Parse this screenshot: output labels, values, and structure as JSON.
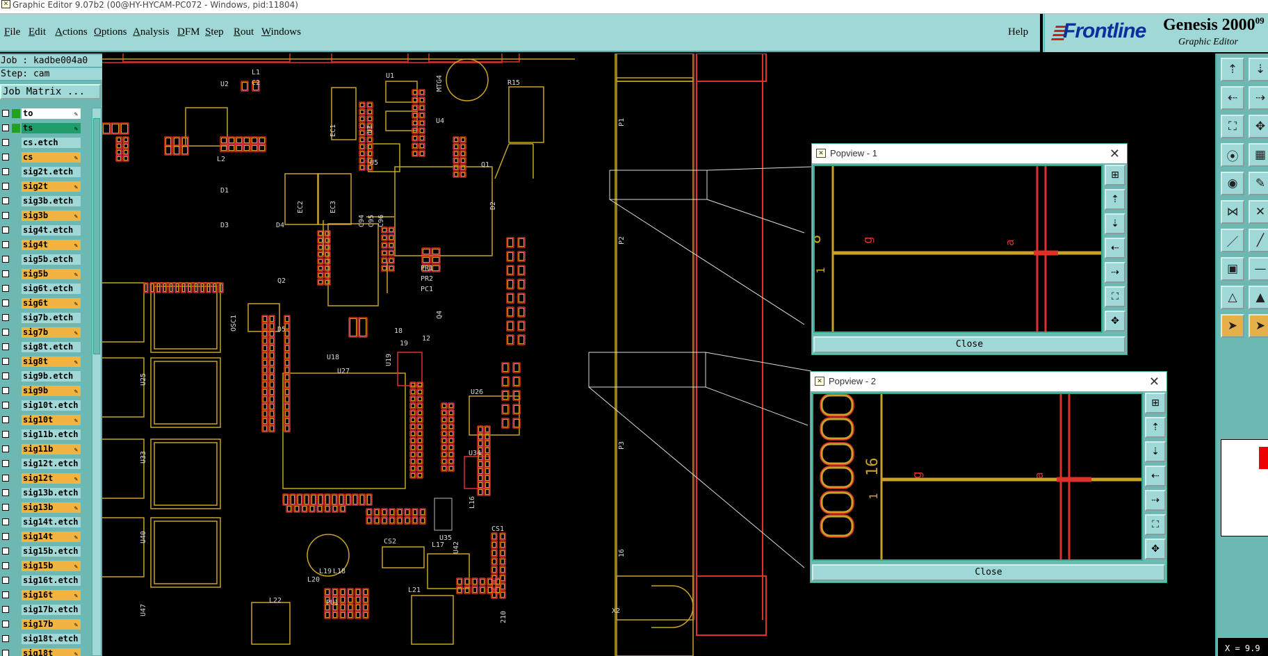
{
  "window": {
    "title": "Graphic Editor 9.07b2 (00@HY-HYCAM-PC072 - Windows, pid:11804)",
    "app_icon": "graphic-editor-icon"
  },
  "menu": {
    "items": [
      "File",
      "Edit",
      "Actions",
      "Options",
      "Analysis",
      "DFM",
      "Step",
      "Rout",
      "Windows"
    ],
    "help": "Help"
  },
  "brand": {
    "logo": "Frontline",
    "product": "Genesis 2000",
    "superscript": "09",
    "subtitle": "Graphic Editor"
  },
  "job": {
    "job_line": "Job : kadbe004a0",
    "step_line": "Step: cam",
    "matrix_button": "Job Matrix ..."
  },
  "layers": [
    {
      "name": "to",
      "kind": "top",
      "color": "#22a022"
    },
    {
      "name": "ts",
      "kind": "ts",
      "color": "#22a022"
    },
    {
      "name": "cs.etch",
      "kind": "etch"
    },
    {
      "name": "cs",
      "kind": "sig"
    },
    {
      "name": "sig2t.etch",
      "kind": "etch"
    },
    {
      "name": "sig2t",
      "kind": "sig"
    },
    {
      "name": "sig3b.etch",
      "kind": "etch"
    },
    {
      "name": "sig3b",
      "kind": "sig"
    },
    {
      "name": "sig4t.etch",
      "kind": "etch"
    },
    {
      "name": "sig4t",
      "kind": "sig"
    },
    {
      "name": "sig5b.etch",
      "kind": "etch"
    },
    {
      "name": "sig5b",
      "kind": "sig"
    },
    {
      "name": "sig6t.etch",
      "kind": "etch"
    },
    {
      "name": "sig6t",
      "kind": "sig"
    },
    {
      "name": "sig7b.etch",
      "kind": "etch"
    },
    {
      "name": "sig7b",
      "kind": "sig"
    },
    {
      "name": "sig8t.etch",
      "kind": "etch"
    },
    {
      "name": "sig8t",
      "kind": "sig"
    },
    {
      "name": "sig9b.etch",
      "kind": "etch"
    },
    {
      "name": "sig9b",
      "kind": "sig"
    },
    {
      "name": "sig10t.etch",
      "kind": "etch"
    },
    {
      "name": "sig10t",
      "kind": "sig"
    },
    {
      "name": "sig11b.etch",
      "kind": "etch"
    },
    {
      "name": "sig11b",
      "kind": "sig"
    },
    {
      "name": "sig12t.etch",
      "kind": "etch"
    },
    {
      "name": "sig12t",
      "kind": "sig"
    },
    {
      "name": "sig13b.etch",
      "kind": "etch"
    },
    {
      "name": "sig13b",
      "kind": "sig"
    },
    {
      "name": "sig14t.etch",
      "kind": "etch"
    },
    {
      "name": "sig14t",
      "kind": "sig"
    },
    {
      "name": "sig15b.etch",
      "kind": "etch"
    },
    {
      "name": "sig15b",
      "kind": "sig"
    },
    {
      "name": "sig16t.etch",
      "kind": "etch"
    },
    {
      "name": "sig16t",
      "kind": "sig"
    },
    {
      "name": "sig17b.etch",
      "kind": "etch"
    },
    {
      "name": "sig17b",
      "kind": "sig"
    },
    {
      "name": "sig18t.etch",
      "kind": "etch"
    },
    {
      "name": "sig18t",
      "kind": "sig"
    }
  ],
  "pcb_labels": [
    "L1",
    "C2",
    "U2",
    "U1",
    "MTG4",
    "R15",
    "U4",
    "L2",
    "EC1",
    "U3",
    "Q1",
    "U5",
    "P1",
    "D1",
    "EC2",
    "EC3",
    "D3",
    "D4",
    "C94",
    "C95",
    "C96",
    "D2",
    "P2",
    "PR1",
    "PR2",
    "PC1",
    "Q2",
    "D5",
    "U18",
    "U19",
    "Q4",
    "OSC1",
    "U27",
    "U26",
    "U25",
    "U33",
    "U34",
    "P3",
    "U40",
    "L16",
    "CS1",
    "U35",
    "CS2",
    "L17",
    "U42",
    "L19",
    "L18",
    "L20",
    "L21",
    "PU1",
    "L22",
    "U47",
    "X2",
    "210",
    "16",
    "18",
    "19",
    "12"
  ],
  "popviews": [
    {
      "title": "Popview - 1",
      "close_label": "Close",
      "labels": [
        "8",
        "1",
        "g",
        "a"
      ]
    },
    {
      "title": "Popview - 2",
      "close_label": "Close",
      "labels": [
        "16",
        "1",
        "g",
        "a"
      ]
    }
  ],
  "right_tools": [
    "layer-up-icon",
    "layer-down-icon",
    "pan-left-icon",
    "pan-right-icon",
    "zoom-fit-icon",
    "zoom-area-icon",
    "measure-icon",
    "grid-icon",
    "snap-icon",
    "pen-icon",
    "network-icon",
    "cross-icon",
    "line-icon",
    "line2-icon",
    "pad-icon",
    "dash-icon",
    "triangle-icon",
    "triangle2-icon",
    "pointer-icon",
    "pointer-active-icon"
  ],
  "coordinates": "X = 9.9",
  "colors": {
    "panel": "#9fd8d6",
    "panel_dark": "#6db8b2",
    "signal_layer": "#f1b441",
    "pcb_outline": "#c9a227",
    "pcb_pad": "#e0302a"
  }
}
